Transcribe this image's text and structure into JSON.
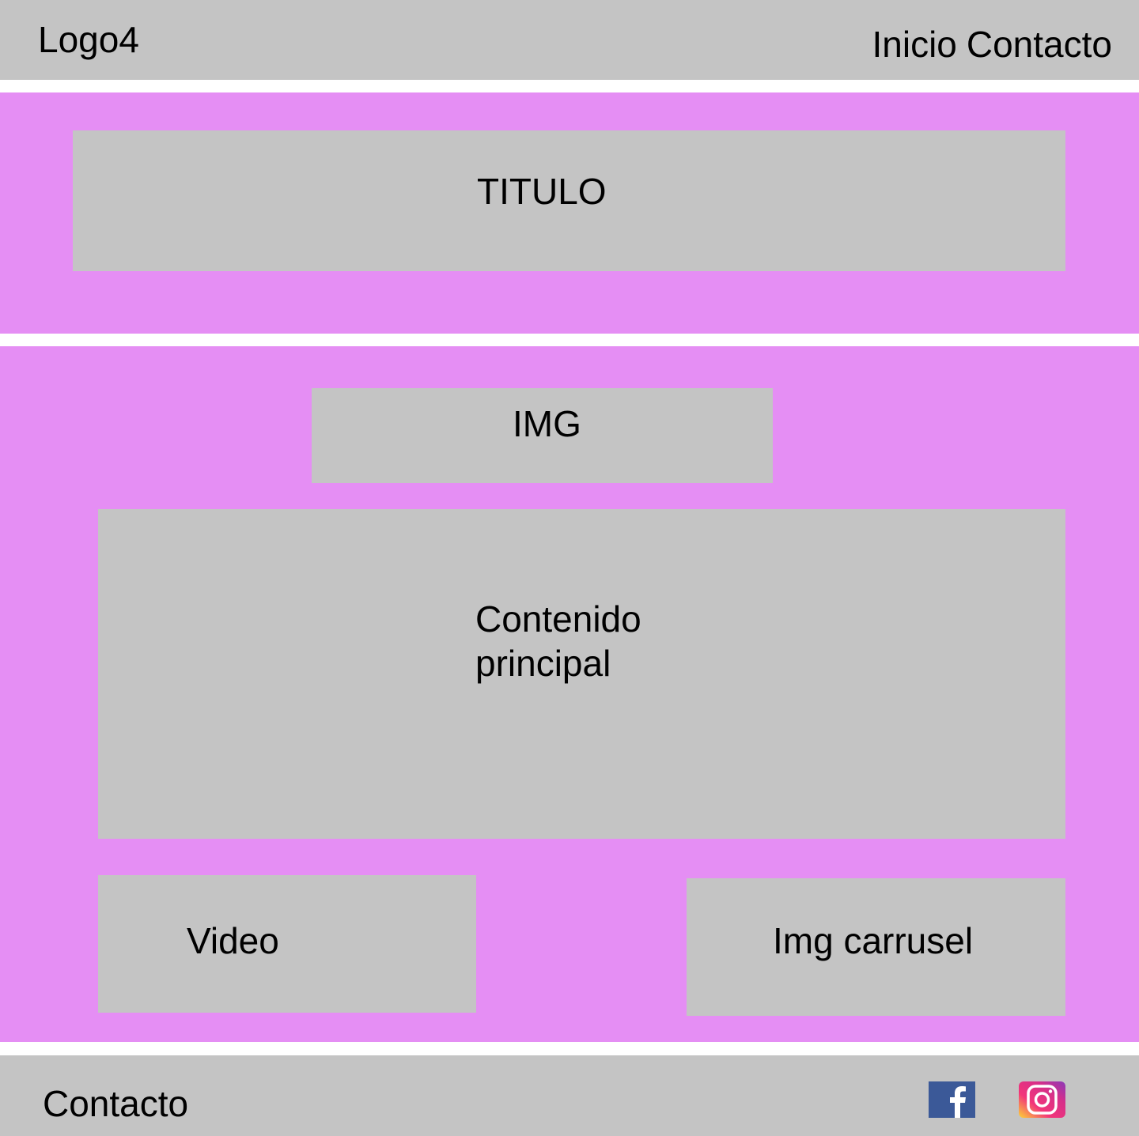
{
  "header": {
    "logo": "Logo4",
    "nav": [
      "Inicio",
      "Contacto"
    ]
  },
  "hero": {
    "title": "TITULO"
  },
  "main": {
    "image_label": "IMG",
    "content_label": "Contenido principal",
    "video_label": "Video",
    "carousel_label": "Img carrusel"
  },
  "footer": {
    "contact_label": "Contacto",
    "social_icons": [
      "facebook-icon",
      "instagram-icon"
    ]
  },
  "colors": {
    "placeholder_gray": "#c4c4c4",
    "section_pink": "#e58ef4",
    "facebook_blue": "#3b5998"
  }
}
